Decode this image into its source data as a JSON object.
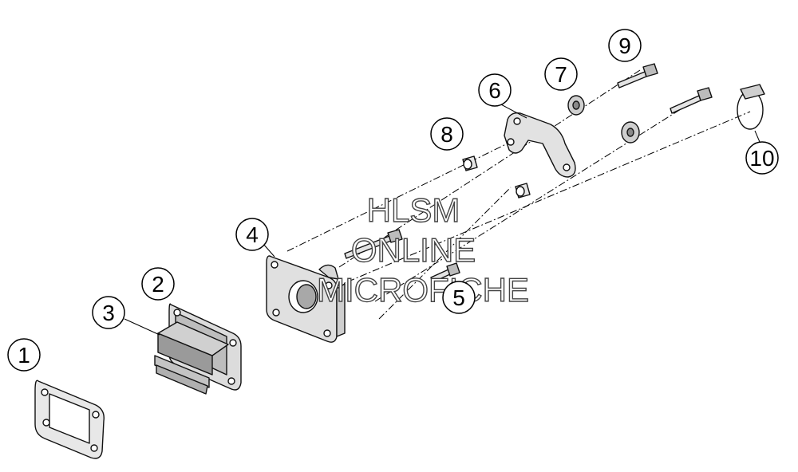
{
  "callouts": [
    {
      "id": "1",
      "label": "1"
    },
    {
      "id": "2",
      "label": "2"
    },
    {
      "id": "3",
      "label": "3"
    },
    {
      "id": "4",
      "label": "4"
    },
    {
      "id": "5",
      "label": "5"
    },
    {
      "id": "6",
      "label": "6"
    },
    {
      "id": "7",
      "label": "7"
    },
    {
      "id": "8",
      "label": "8"
    },
    {
      "id": "9",
      "label": "9"
    },
    {
      "id": "10",
      "label": "10"
    }
  ],
  "watermark": {
    "line1": "HLSM",
    "line2": "ONLINE",
    "line3": "MICROFICHE"
  },
  "colors": {
    "part_fill": "#dcdcdc",
    "part_dark": "#9a9a9a",
    "line": "#111111",
    "background": "#ffffff"
  }
}
